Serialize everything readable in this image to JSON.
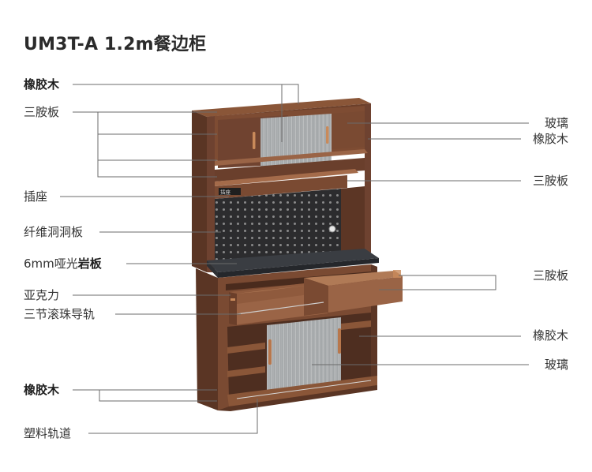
{
  "title": "UM3T-A 1.2m餐边柜",
  "left_labels": [
    {
      "id": "l-xiangjiaomu-top",
      "text": "橡胶木",
      "bold": true
    },
    {
      "id": "l-sanbanban-1",
      "text": "三胺板",
      "bold": false
    },
    {
      "id": "l-chazuo",
      "text": "插座",
      "bold": false
    },
    {
      "id": "l-dongdongban",
      "text": "纤维洞洞板",
      "bold": false
    },
    {
      "id": "l-yanban-prefix",
      "text": "6mm哑光",
      "bold": false
    },
    {
      "id": "l-yanban-suffix",
      "text": "岩板",
      "bold": true
    },
    {
      "id": "l-yakeli",
      "text": "亚克力",
      "bold": false
    },
    {
      "id": "l-guidao",
      "text": "三节滚珠导轨",
      "bold": false
    },
    {
      "id": "l-xiangjiaomu-bottom",
      "text": "橡胶木",
      "bold": true
    },
    {
      "id": "l-suliao",
      "text": "塑料轨道",
      "bold": false
    }
  ],
  "right_labels": [
    {
      "id": "r-boli-top",
      "text": "玻璃"
    },
    {
      "id": "r-xiangjiaomu-top",
      "text": "橡胶木"
    },
    {
      "id": "r-sanbanban-1",
      "text": "三胺板"
    },
    {
      "id": "r-sanbanban-2",
      "text": "三胺板"
    },
    {
      "id": "r-xiangjiaomu-bottom",
      "text": "橡胶木"
    },
    {
      "id": "r-boli-bottom",
      "text": "玻璃"
    }
  ],
  "socket_text": "插座",
  "colors": {
    "wood_dark": "#5a3524",
    "wood_mid": "#7a4a32",
    "wood_light": "#9a6446",
    "stone": "#3a3d42",
    "pegboard": "#2c2c2e",
    "glass": "#b7b9ba",
    "leader": "#6b6b6b"
  }
}
